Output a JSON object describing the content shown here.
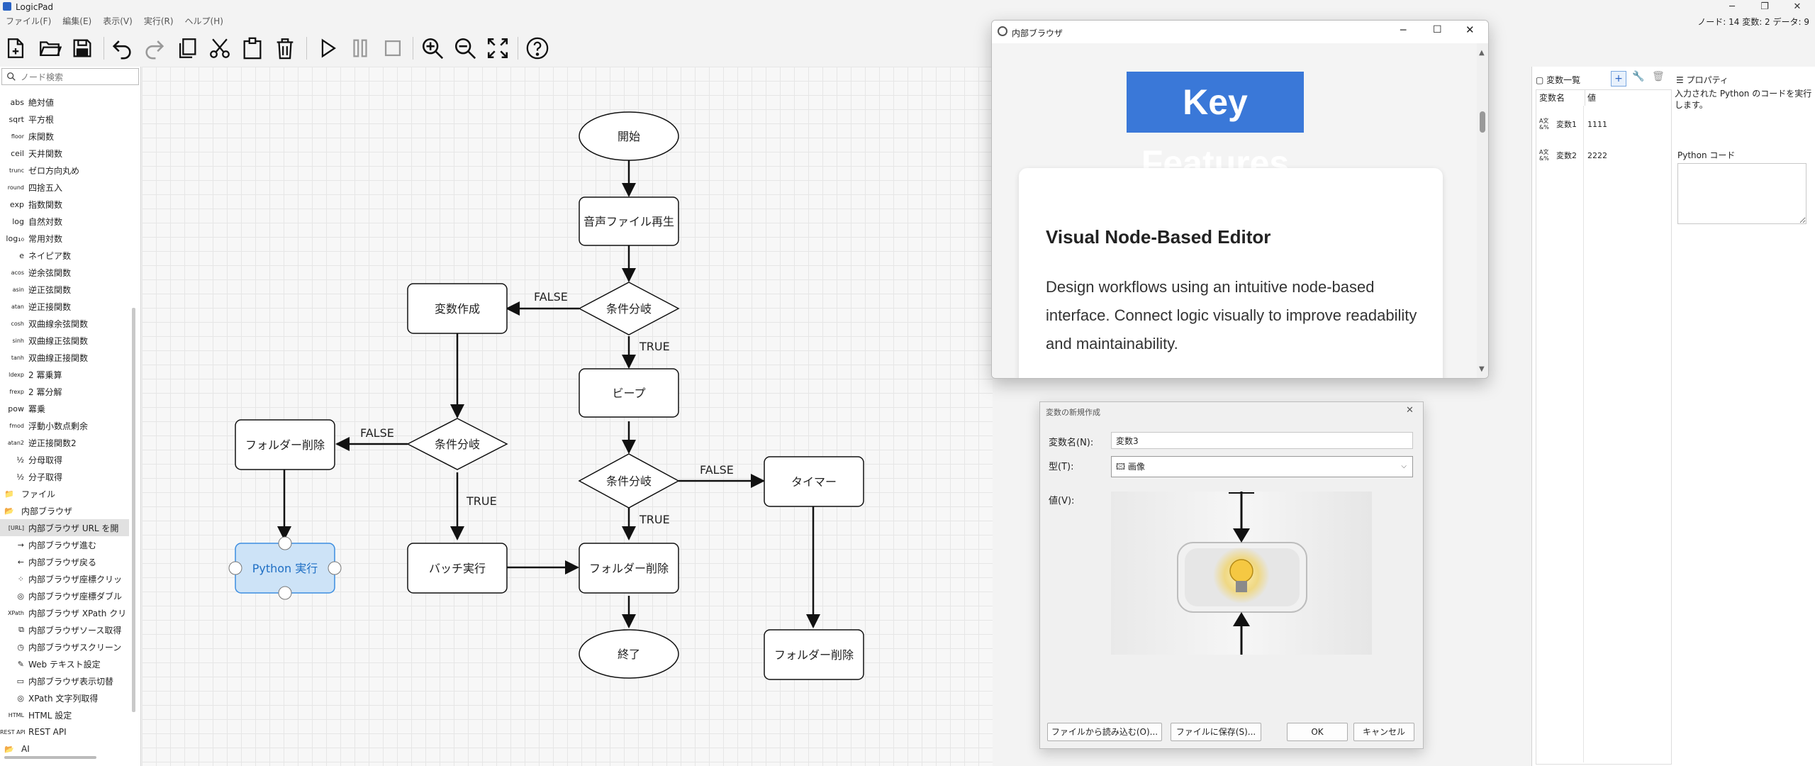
{
  "app": {
    "title": "LogicPad",
    "minimize": "─",
    "maximize": "❐",
    "close": "✕"
  },
  "menu": [
    "ファイル(F)",
    "編集(E)",
    "表示(V)",
    "実行(R)",
    "ヘルプ(H)"
  ],
  "status": {
    "text": "ノード: 14 変数: 2 データ: 9"
  },
  "toolbar": {
    "items": [
      "new-file-icon",
      "open-folder-icon",
      "save-icon",
      "undo-icon",
      "redo-icon",
      "copy-icon",
      "cut-icon",
      "paste-icon",
      "delete-icon",
      "play-icon",
      "pause-icon",
      "stop-icon",
      "zoom-in-icon",
      "zoom-out-icon",
      "fit-screen-icon",
      "help-icon"
    ]
  },
  "search": {
    "placeholder": "ノード検索"
  },
  "tree": [
    {
      "icon": "abs",
      "label": "絶対値"
    },
    {
      "icon": "sqrt",
      "label": "平方根"
    },
    {
      "icon": "floor",
      "label": "床関数"
    },
    {
      "icon": "ceil",
      "label": "天井関数"
    },
    {
      "icon": "trunc",
      "label": "ゼロ方向丸め"
    },
    {
      "icon": "round",
      "label": "四捨五入"
    },
    {
      "icon": "exp",
      "label": "指数関数"
    },
    {
      "icon": "log",
      "label": "自然対数"
    },
    {
      "icon": "log₁₀",
      "label": "常用対数"
    },
    {
      "icon": "e",
      "label": "ネイピア数"
    },
    {
      "icon": "acos",
      "label": "逆余弦関数"
    },
    {
      "icon": "asin",
      "label": "逆正弦関数"
    },
    {
      "icon": "atan",
      "label": "逆正接関数"
    },
    {
      "icon": "cosh",
      "label": "双曲線余弦関数"
    },
    {
      "icon": "sinh",
      "label": "双曲線正弦関数"
    },
    {
      "icon": "tanh",
      "label": "双曲線正接関数"
    },
    {
      "icon": "ldexp",
      "label": "2 冪乗算"
    },
    {
      "icon": "frexp",
      "label": "2 冪分解"
    },
    {
      "icon": "pow",
      "label": "冪乗"
    },
    {
      "icon": "fmod",
      "label": "浮動小数点剰余"
    },
    {
      "icon": "atan2",
      "label": "逆正接関数2"
    },
    {
      "icon": "½",
      "label": "分母取得"
    },
    {
      "icon": "½",
      "label": "分子取得"
    },
    {
      "icon": "📁",
      "label": "ファイル"
    },
    {
      "icon": "📂",
      "label": "内部ブラウザ"
    },
    {
      "icon": "[URL]",
      "label": "内部ブラウザ URL を開"
    },
    {
      "icon": "→",
      "label": "内部ブラウザ進む"
    },
    {
      "icon": "←",
      "label": "内部ブラウザ戻る"
    },
    {
      "icon": "⁘",
      "label": "内部ブラウザ座標クリッ"
    },
    {
      "icon": "◎",
      "label": "内部ブラウザ座標ダブル"
    },
    {
      "icon": "XPath",
      "label": "内部ブラウザ XPath クリ"
    },
    {
      "icon": "⧉",
      "label": "内部ブラウザソース取得"
    },
    {
      "icon": "◷",
      "label": "内部ブラウザスクリーン"
    },
    {
      "icon": "✎",
      "label": "Web テキスト設定"
    },
    {
      "icon": "▭",
      "label": "内部ブラウザ表示切替"
    },
    {
      "icon": "◎",
      "label": "XPath 文字列取得"
    },
    {
      "icon": "HTML",
      "label": "HTML 設定"
    },
    {
      "icon": "REST API",
      "label": "REST API"
    },
    {
      "icon": "📂",
      "label": "AI"
    }
  ],
  "flow": {
    "nodes": {
      "start": "開始",
      "play_audio": "音声ファイル再生",
      "cond1": "条件分岐",
      "make_var": "変数作成",
      "beep": "ビープ",
      "cond2": "条件分岐",
      "cond3": "条件分岐",
      "timer": "タイマー",
      "folder_del_left": "フォルダー削除",
      "python_exec": "Python 実行",
      "batch_exec": "バッチ実行",
      "folder_del_center": "フォルダー削除",
      "end": "終了",
      "folder_del_right": "フォルダー削除"
    },
    "labels": {
      "true": "TRUE",
      "false": "FALSE"
    }
  },
  "browser": {
    "title": "内部ブラウザ",
    "heading": "Key Features",
    "card_title": "Visual Node-Based Editor",
    "card_body": "Design workflows using an intuitive node-based interface. Connect logic visually to improve readability and maintainability."
  },
  "dialog": {
    "title": "変数の新規作成",
    "name_label": "変数名(N):",
    "name_value": "変数3",
    "type_label": "型(T):",
    "type_value": "画像",
    "value_label": "値(V):",
    "load_button": "ファイルから読み込む(O)...",
    "save_button": "ファイルに保存(S)...",
    "ok_button": "OK",
    "cancel_button": "キャンセル"
  },
  "variables": {
    "title": "変数一覧",
    "col_name": "変数名",
    "col_value": "値",
    "rows": [
      {
        "type": "A文 &%",
        "name": "変数1",
        "value": "1111"
      },
      {
        "type": "A文 &%",
        "name": "変数2",
        "value": "2222"
      }
    ]
  },
  "properties": {
    "title": "プロパティ",
    "description": "入力された Python のコードを実行します。",
    "code_label": "Python コード"
  }
}
